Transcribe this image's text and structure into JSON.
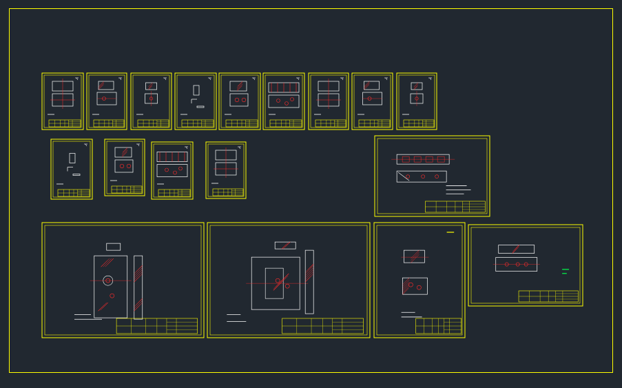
{
  "colors": {
    "background": "#212830",
    "frame": "#ffff00",
    "geometry": "#ffffff",
    "hatch": "#ff2b2b",
    "highlight": "#00ff4c"
  },
  "sheets": [
    {
      "name": "sheet-part-01",
      "kind": "part",
      "row": 1
    },
    {
      "name": "sheet-part-02",
      "kind": "part",
      "row": 1
    },
    {
      "name": "sheet-part-03",
      "kind": "part",
      "row": 1
    },
    {
      "name": "sheet-part-04",
      "kind": "part",
      "row": 1
    },
    {
      "name": "sheet-part-05",
      "kind": "part",
      "row": 1
    },
    {
      "name": "sheet-part-06",
      "kind": "part",
      "row": 1
    },
    {
      "name": "sheet-part-07",
      "kind": "part",
      "row": 1
    },
    {
      "name": "sheet-part-08",
      "kind": "part",
      "row": 1
    },
    {
      "name": "sheet-part-09",
      "kind": "part",
      "row": 1
    },
    {
      "name": "sheet-part-10",
      "kind": "part",
      "row": 2
    },
    {
      "name": "sheet-part-11",
      "kind": "part",
      "row": 2
    },
    {
      "name": "sheet-part-12",
      "kind": "part",
      "row": 2
    },
    {
      "name": "sheet-part-13",
      "kind": "part",
      "row": 2
    },
    {
      "name": "sheet-landscape-14",
      "kind": "landscape",
      "row": 2
    },
    {
      "name": "sheet-assembly-15",
      "kind": "assembly",
      "row": 3
    },
    {
      "name": "sheet-assembly-16",
      "kind": "assembly",
      "row": 3
    },
    {
      "name": "sheet-assembly-17",
      "kind": "assembly",
      "row": 3
    },
    {
      "name": "sheet-landscape-18",
      "kind": "landscape",
      "row": 3
    }
  ]
}
